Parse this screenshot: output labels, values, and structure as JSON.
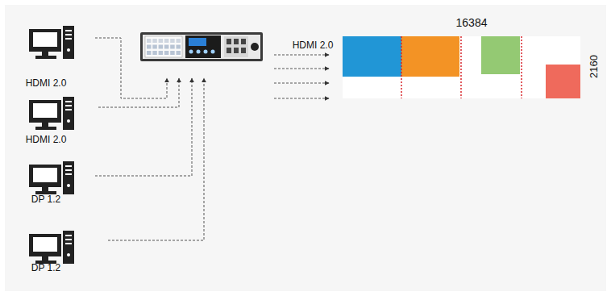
{
  "diagram": {
    "labels": [
      "HDMI 2.0",
      "HDMI 2.0",
      "DP 1.2",
      "DP 1.2",
      "HDMI 2.0",
      "16384",
      "2160"
    ]
  }
}
